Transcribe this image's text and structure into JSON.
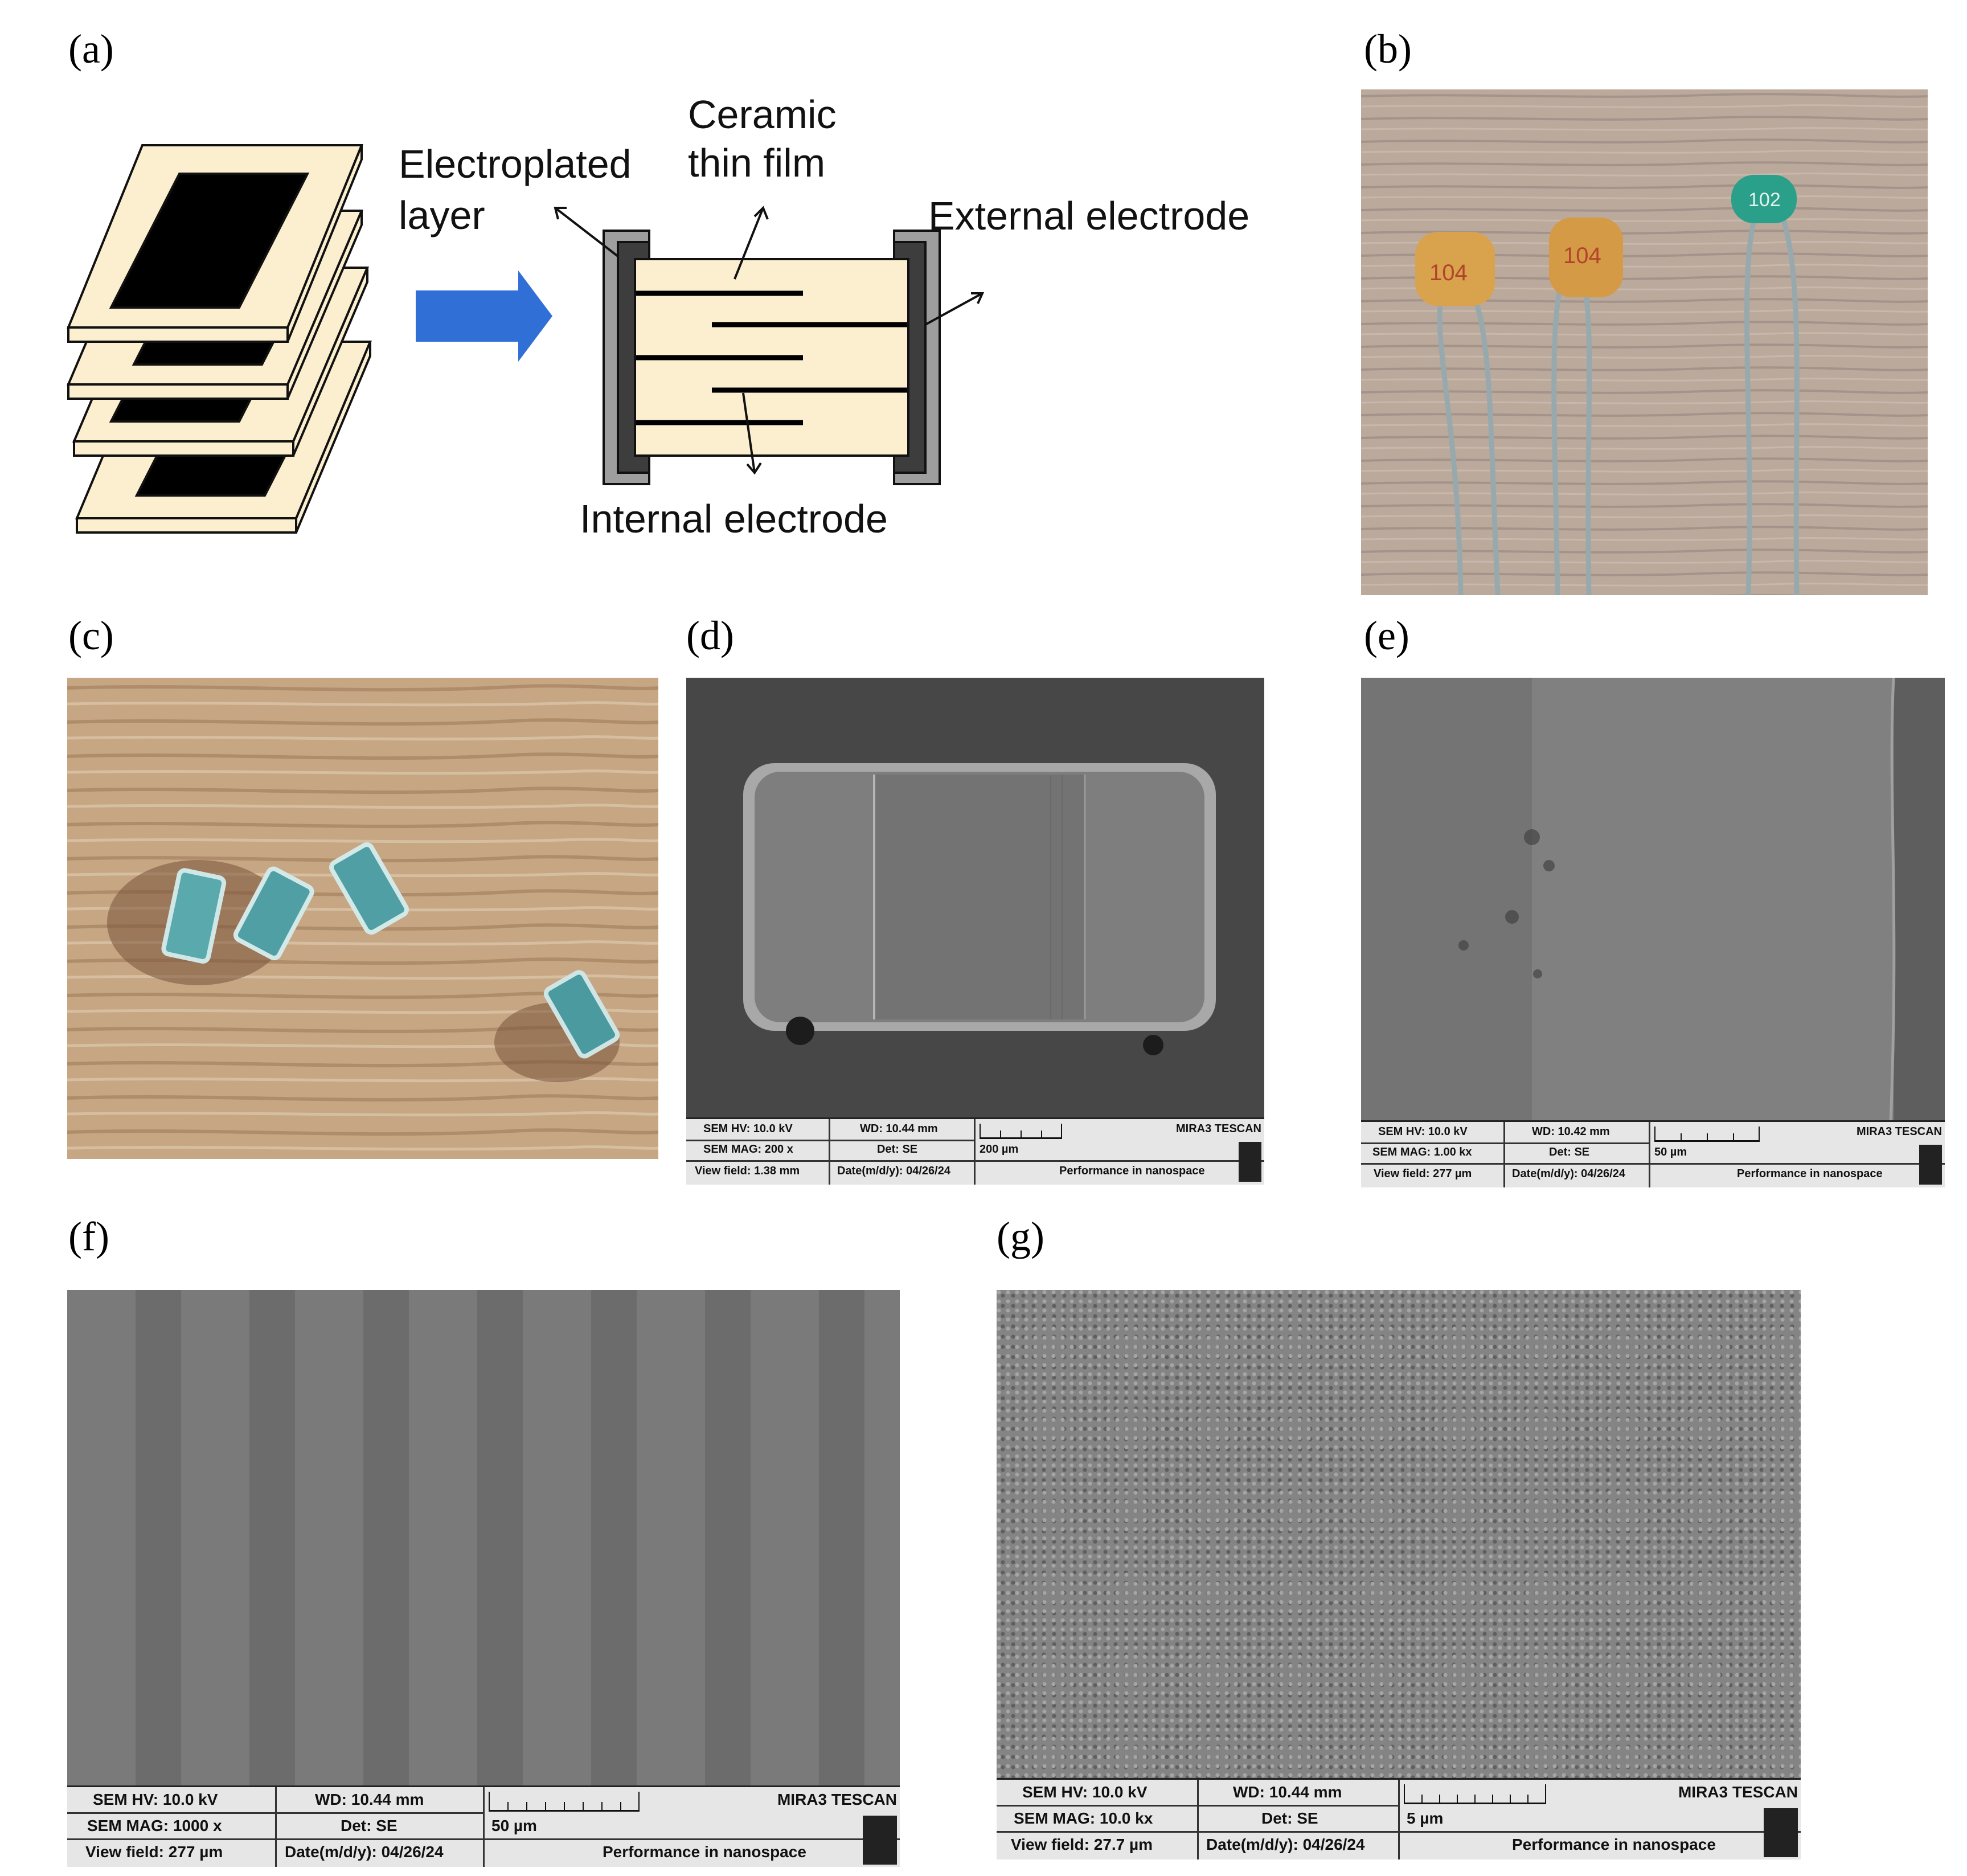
{
  "panels": {
    "a": "(a)",
    "b": "(b)",
    "c": "(c)",
    "d": "(d)",
    "e": "(e)",
    "f": "(f)",
    "g": "(g)"
  },
  "diagram": {
    "electroplated_line1": "Electroplated",
    "electroplated_line2": "layer",
    "ceramic_line1": "Ceramic",
    "ceramic_line2": "thin film",
    "external": "External electrode",
    "internal": "Internal electrode",
    "colors": {
      "ceramic": "#fbefd0",
      "electrode": "#000000",
      "arrow": "#2f6fd6",
      "plating": "#9e9e9e"
    }
  },
  "photo_b": {
    "codes": [
      "104",
      "104",
      "102"
    ],
    "colors": {
      "wood": "#b9a79a",
      "cap_orange": "#d9a24d",
      "cap_green": "#2aa08a",
      "wire": "#a6b4b9"
    }
  },
  "photo_c": {
    "colors": {
      "wood": "#c4a37d",
      "chip": "#4f9fa4"
    }
  },
  "sem": {
    "d": {
      "hv": "SEM HV: 10.0 kV",
      "wd": "WD: 10.44 mm",
      "brand": "MIRA3 TESCAN",
      "mag": "SEM MAG: 200 x",
      "det": "Det: SE",
      "scale": "200 µm",
      "field": "View field: 1.38 mm",
      "date": "Date(m/d/y): 04/26/24",
      "slogan": "Performance in nanospace"
    },
    "e": {
      "hv": "SEM HV: 10.0 kV",
      "wd": "WD: 10.42 mm",
      "brand": "MIRA3 TESCAN",
      "mag": "SEM MAG: 1.00 kx",
      "det": "Det: SE",
      "scale": "50 µm",
      "field": "View field: 277 µm",
      "date": "Date(m/d/y): 04/26/24",
      "slogan": "Performance in nanospace"
    },
    "f": {
      "hv": "SEM HV: 10.0 kV",
      "wd": "WD: 10.44 mm",
      "brand": "MIRA3 TESCAN",
      "mag": "SEM MAG: 1000 x",
      "det": "Det: SE",
      "scale": "50 µm",
      "field": "View field: 277 µm",
      "date": "Date(m/d/y): 04/26/24",
      "slogan": "Performance in nanospace"
    },
    "g": {
      "hv": "SEM HV: 10.0 kV",
      "wd": "WD: 10.44 mm",
      "brand": "MIRA3 TESCAN",
      "mag": "SEM MAG: 10.0 kx",
      "det": "Det: SE",
      "scale": "5 µm",
      "field": "View field: 27.7 µm",
      "date": "Date(m/d/y): 04/26/24",
      "slogan": "Performance in nanospace"
    }
  }
}
